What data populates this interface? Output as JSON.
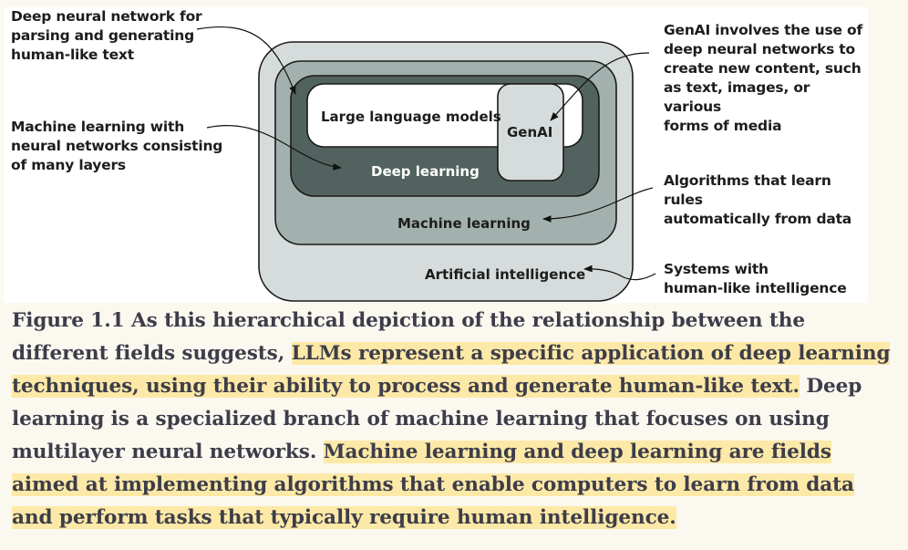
{
  "diagram": {
    "boxes": {
      "ai": "Artificial intelligence",
      "ml": "Machine learning",
      "dl": "Deep learning",
      "llm": "Large language models",
      "genai": "GenAI"
    },
    "annotations": {
      "llm_desc": "Deep neural network for\nparsing and generating\nhuman-like text",
      "dl_desc": "Machine learning with\nneural networks consisting\nof many layers",
      "genai_desc": "GenAI involves the use of\ndeep neural networks to\ncreate new content, such\nas text, images, or various\nforms of media",
      "ml_desc": "Algorithms that learn rules\nautomatically from data",
      "ai_desc": "Systems with\nhuman-like intelligence"
    },
    "colors": {
      "ai": "#d6dcdc",
      "ml": "#a3b1ae",
      "dl": "#52625f",
      "llm": "#ffffff",
      "genai": "#d6dcdc",
      "highlight": "#fde9a7",
      "caption_text": "#3d3d4a"
    }
  },
  "caption": {
    "figure_label": "Figure 1.1",
    "part1": "As this hierarchical depiction of the relationship between the different fields suggests,",
    "highlight1": "LLMs represent a specific application of deep learning techniques, using their ability to process and generate human-like text.",
    "part2": "Deep learning is a specialized branch of machine learning that focuses on using multilayer neural networks.",
    "highlight2": "Machine learning and deep learning are fields aimed at implementing algorithms that enable computers to learn from data and perform tasks that typically require human intelligence."
  }
}
